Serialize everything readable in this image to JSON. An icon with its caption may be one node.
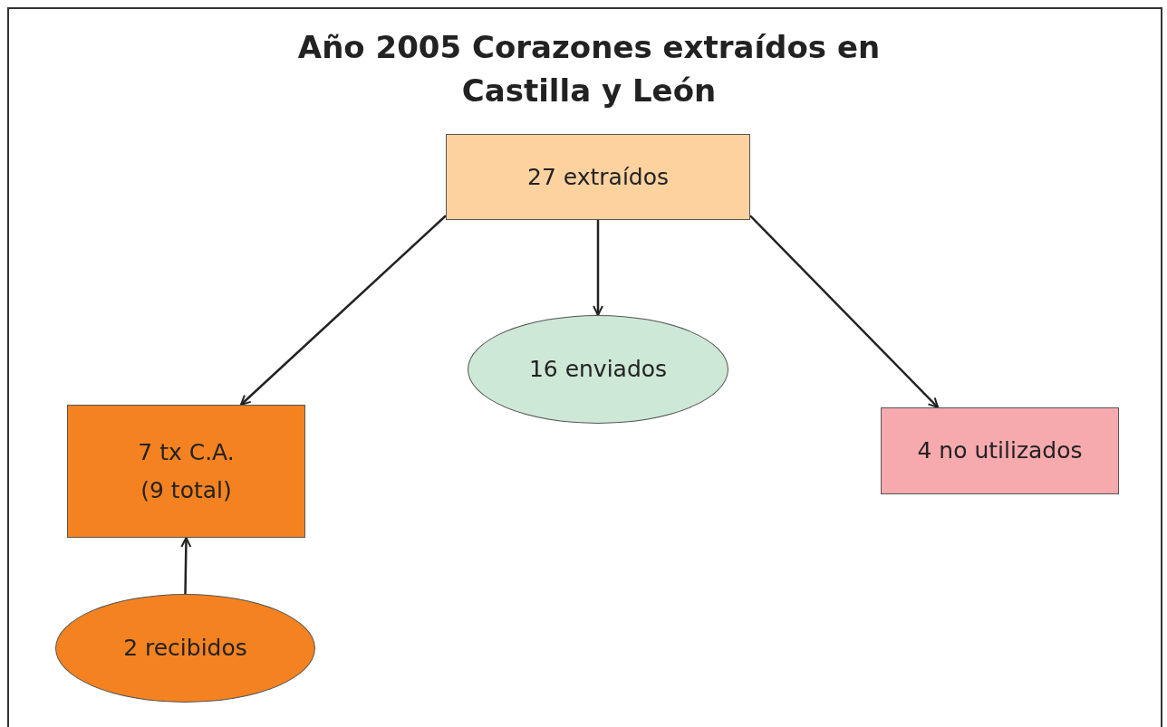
{
  "diagram": {
    "title": "Año 2005 Corazones extraídos en Castilla y León",
    "nodes": [
      {
        "text": [
          "27 extraídos"
        ]
      },
      {
        "text": [
          "7 tx C.A.",
          "(9 total)"
        ]
      },
      {
        "text": [
          "16 enviados"
        ]
      },
      {
        "text": [
          "4 no utilizados"
        ]
      },
      {
        "text": [
          "2 recibidos"
        ]
      }
    ],
    "edges": [
      {
        "from": 0,
        "to": 1,
        "arrow": "to"
      },
      {
        "from": 0,
        "to": 2,
        "arrow": "to"
      },
      {
        "from": 0,
        "to": 3,
        "arrow": "to"
      },
      {
        "from": 4,
        "to": 1,
        "arrow": "to"
      }
    ]
  }
}
